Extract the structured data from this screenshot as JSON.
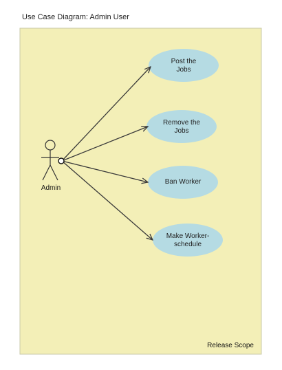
{
  "title": "Use Case Diagram: Admin User",
  "boundary": {
    "label": "Release Scope"
  },
  "actor": {
    "name": "Admin"
  },
  "use_cases": [
    {
      "label": "Post the\nJobs"
    },
    {
      "label": "Remove the\nJobs"
    },
    {
      "label": "Ban Worker"
    },
    {
      "label": "Make Worker-\nschedule"
    }
  ],
  "colors": {
    "boundary_fill": "#f3efb7",
    "boundary_stroke": "#c9c9a8",
    "usecase_fill": "#b5dbe3",
    "line": "#3a3a3a"
  }
}
